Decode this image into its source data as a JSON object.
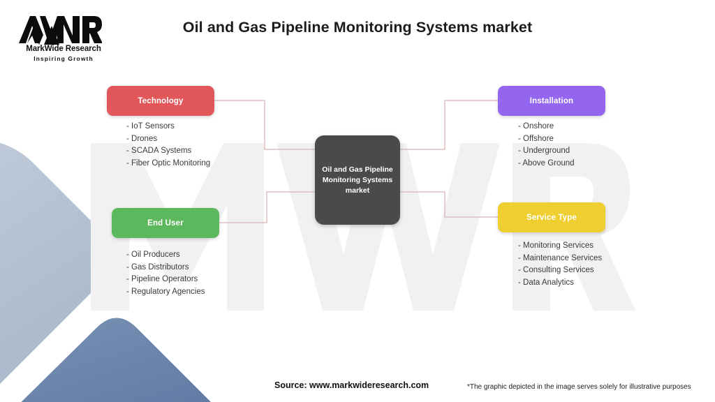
{
  "brand": {
    "logo_mark": "MWR",
    "name": "MarkWide Research",
    "tagline": "Inspiring Growth"
  },
  "header": {
    "title": "Oil and Gas Pipeline Monitoring Systems market"
  },
  "watermark": {
    "text": "MWR",
    "color": "#f2f2f2"
  },
  "center": {
    "label": "Oil and Gas Pipeline Monitoring Systems market",
    "line1": "Oil and Gas Pipeline",
    "line2": "Monitoring Systems",
    "line3": "market",
    "color": "#4a4a4a"
  },
  "branches": [
    {
      "id": "technology",
      "title": "Technology",
      "color": "#e2585a",
      "items": [
        "- IoT Sensors",
        "- Drones",
        "- SCADA Systems",
        "- Fiber Optic Monitoring"
      ]
    },
    {
      "id": "installation",
      "title": "Installation",
      "color": "#9466f0",
      "items": [
        "- Onshore",
        "- Offshore",
        "- Underground",
        "- Above Ground"
      ]
    },
    {
      "id": "end-user",
      "title": "End User",
      "color": "#5cb85c",
      "items": [
        "- Oil Producers",
        "- Gas Distributors",
        "- Pipeline Operators",
        "- Regulatory Agencies"
      ]
    },
    {
      "id": "service-type",
      "title": "Service Type",
      "color": "#efce32",
      "items": [
        "- Monitoring Services",
        "- Maintenance Services",
        "- Consulting Services",
        "- Data Analytics"
      ]
    }
  ],
  "footer": {
    "source": "Source: www.markwideresearch.com",
    "disclaimer": "*The graphic depicted in the image serves solely for illustrative purposes"
  },
  "decor": {
    "shape_light": "#b9c4d4",
    "shape_dark": "#6b84ab",
    "connector_color": "#dbb4b4"
  }
}
